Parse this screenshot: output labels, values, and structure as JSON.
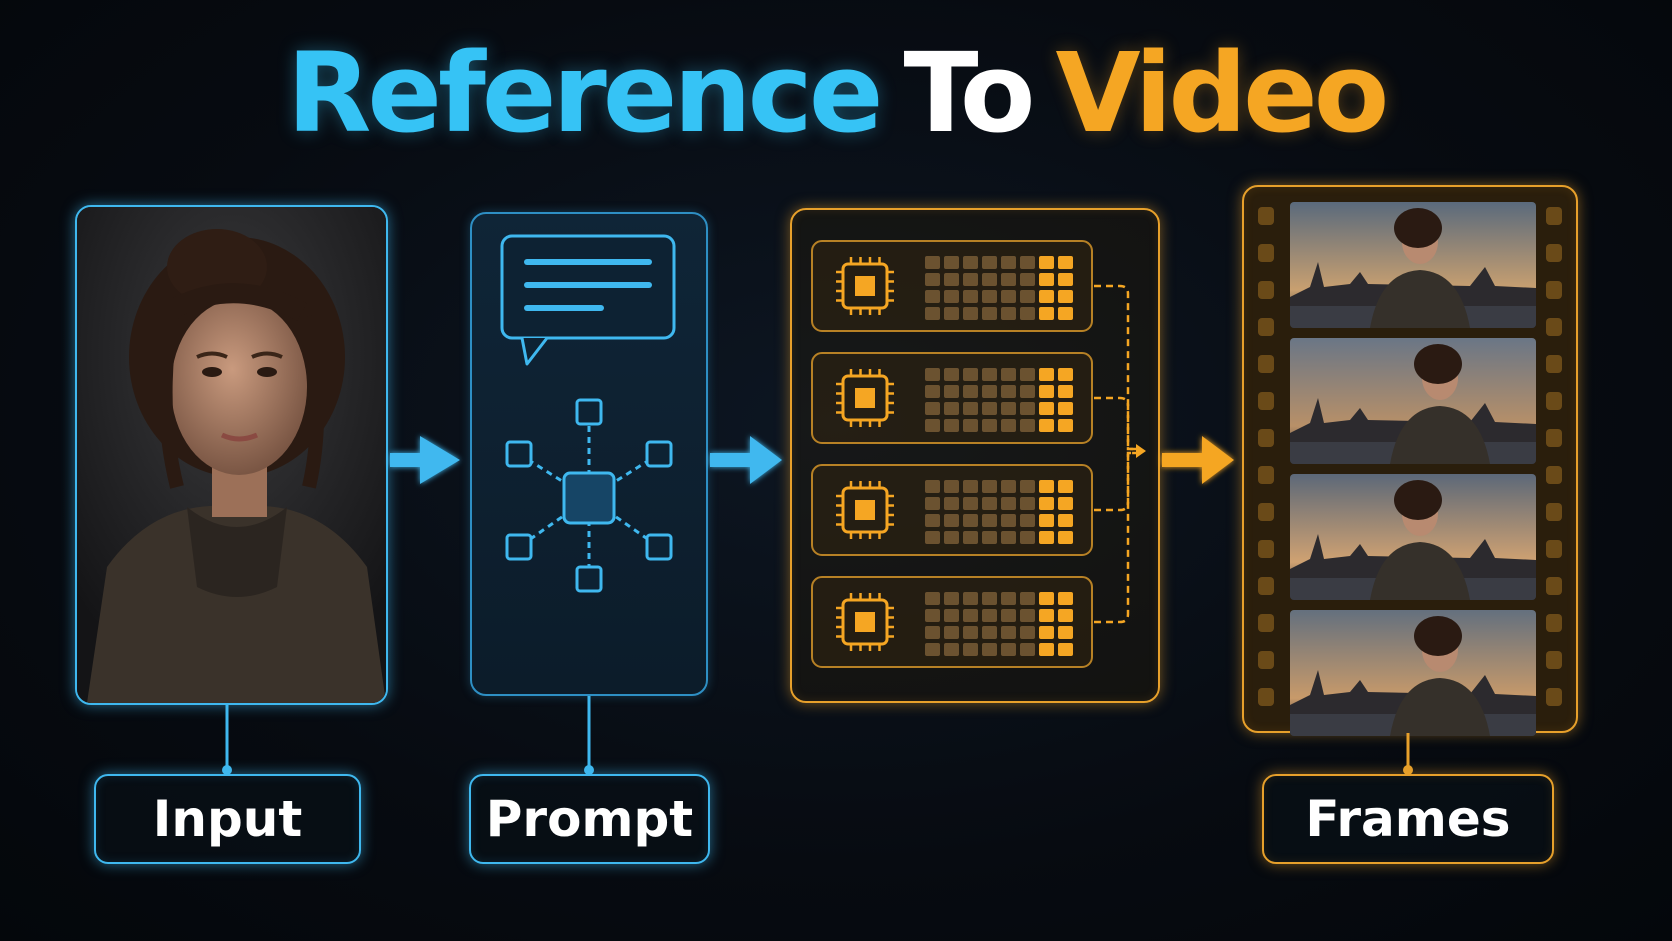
{
  "title": {
    "part1": "Reference",
    "part2": "To",
    "part3": "Video"
  },
  "labels": {
    "input": "Input",
    "prompt": "Prompt",
    "frames": "Frames"
  },
  "colors": {
    "blue": "#36c3f5",
    "white": "#ffffff",
    "orange": "#f5a623",
    "background": "#070b11"
  },
  "icons": {
    "prompt_top": "speech-bubble-icon",
    "prompt_bottom": "network-nodes-icon",
    "processor": "chip-icon",
    "flow": "arrow-right-icon"
  },
  "processor_rows": 4,
  "frame_count": 4
}
